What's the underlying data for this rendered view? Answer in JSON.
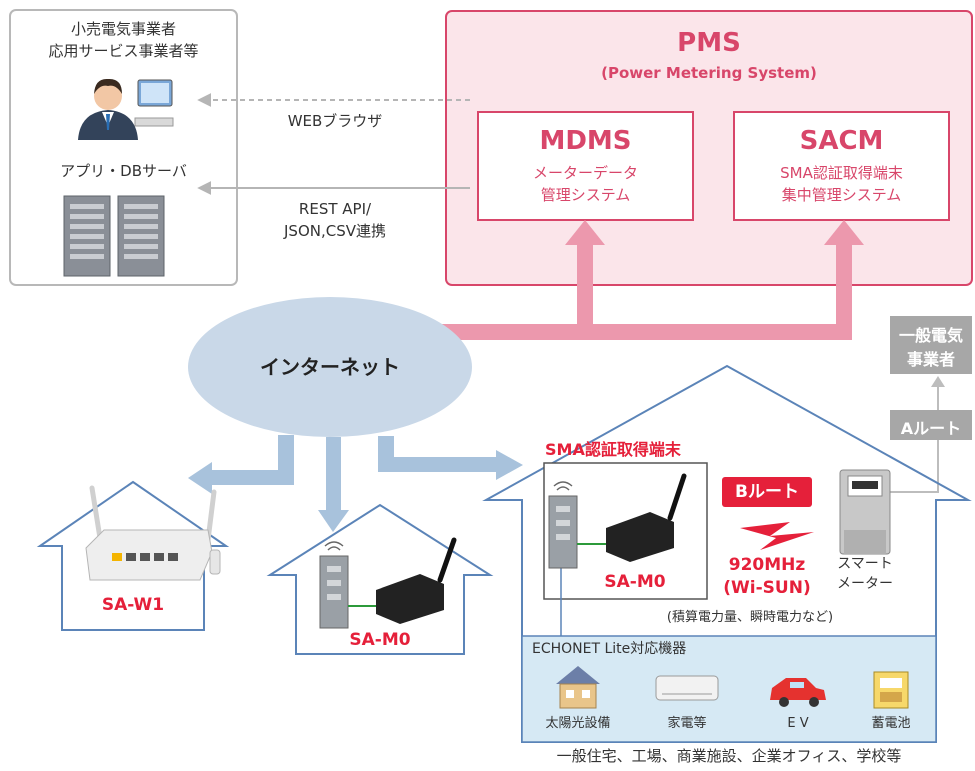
{
  "service_box": {
    "provider_label_line1": "小売電気事業者",
    "provider_label_line2": "応用サービス事業者等",
    "server_label": "アプリ・DBサーバ",
    "user_icon": "businessman-computer-icon",
    "server_icon": "server-rack-icon"
  },
  "links": {
    "web_label": "WEBブラウザ",
    "rest_label_line1": "REST API/",
    "rest_label_line2": "JSON,CSV連携"
  },
  "pms": {
    "title": "PMS",
    "subtitle": "(Power Metering System)",
    "mdms": {
      "title": "MDMS",
      "line1": "メーターデータ",
      "line2": "管理システム"
    },
    "sacm": {
      "title": "SACM",
      "line1": "SMA認証取得端末",
      "line2": "集中管理システム"
    }
  },
  "internet": {
    "label": "インターネット"
  },
  "right_labels": {
    "utility_line1": "一般電気",
    "utility_line2": "事業者",
    "a_route": "Aルート"
  },
  "house1": {
    "device_label": "SA-W1",
    "device_icon": "wifi-router-icon"
  },
  "house2": {
    "device_label": "SA-M0",
    "device_icon": "gateway-device-icon"
  },
  "house3": {
    "sma_label": "SMA認証取得端末",
    "device_label": "SA-M0",
    "b_route": "Bルート",
    "freq_line1": "920MHz",
    "freq_line2": "(Wi-SUN)",
    "meter_line1": "スマート",
    "meter_line2": "メーター",
    "meter_icon": "smart-meter-icon",
    "wireless_icon": "lightning-bolt-icon",
    "measure_note": "(積算電力量、瞬時電力など)",
    "echonet": {
      "title": "ECHONET Lite対応機器",
      "items": [
        {
          "label": "太陽光設備",
          "icon": "solar-house-icon"
        },
        {
          "label": "家電等",
          "icon": "air-conditioner-icon"
        },
        {
          "label": "E V",
          "icon": "electric-car-icon"
        },
        {
          "label": "蓄電池",
          "icon": "storage-battery-icon"
        }
      ]
    }
  },
  "footer": {
    "text": "一般住宅、工場、商業施設、企業オフィス、学校等"
  },
  "colors": {
    "pink": "#d8466a",
    "pink_fill": "#fbe5ea",
    "arrow_blue": "#a8c2dc",
    "house_blue": "#5b84b8",
    "internet_fill": "#c9d8e8",
    "echonet_fill": "#d6e9f4",
    "gray_box": "#a7a7a7",
    "red_label": "#e5203a"
  }
}
